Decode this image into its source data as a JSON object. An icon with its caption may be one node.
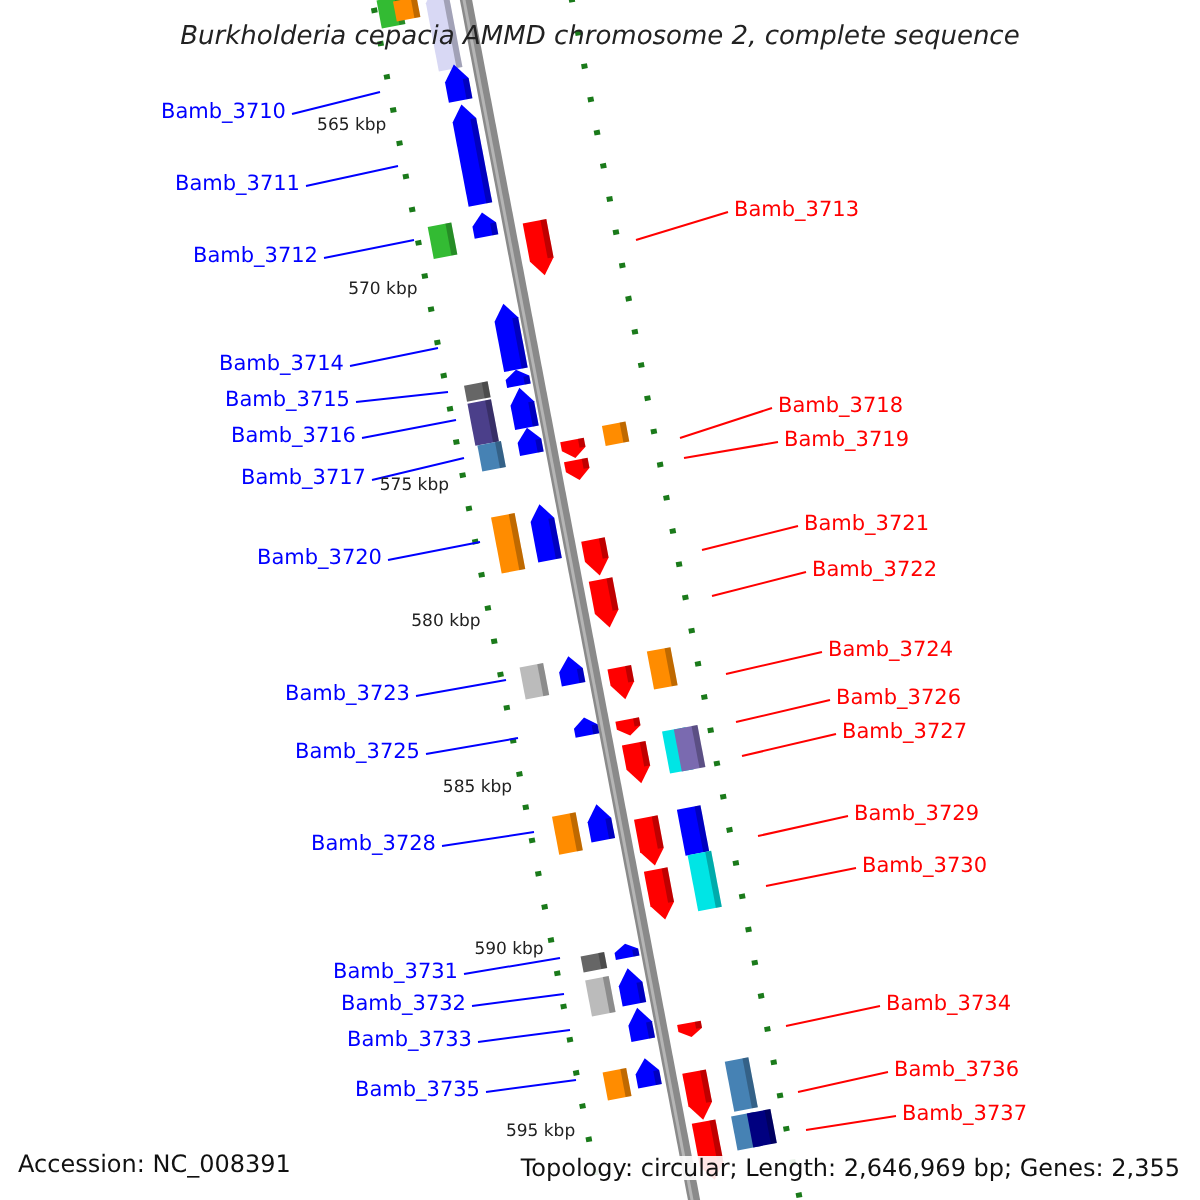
{
  "diagram": {
    "title": "Burkholderia cepacia AMMD chromosome 2, complete sequence",
    "nodes": [
      {
        "text": [
          "Bamb_3710"
        ]
      },
      {
        "text": [
          "Bamb_3711"
        ]
      },
      {
        "text": [
          "Bamb_3713"
        ]
      },
      {
        "text": [
          "Bamb_3712"
        ]
      },
      {
        "text": [
          "Bamb_3714"
        ]
      },
      {
        "text": [
          "Bamb_3715"
        ]
      },
      {
        "text": [
          "Bamb_3718"
        ]
      },
      {
        "text": [
          "Bamb_3716"
        ]
      },
      {
        "text": [
          "Bamb_3719"
        ]
      },
      {
        "text": [
          "Bamb_3717"
        ]
      },
      {
        "text": [
          "Bamb_3721"
        ]
      },
      {
        "text": [
          "Bamb_3720"
        ]
      },
      {
        "text": [
          "Bamb_3722"
        ]
      },
      {
        "text": [
          "Bamb_3724"
        ]
      },
      {
        "text": [
          "Bamb_3723"
        ]
      },
      {
        "text": [
          "Bamb_3726"
        ]
      },
      {
        "text": [
          "Bamb_3727"
        ]
      },
      {
        "text": [
          "Bamb_3725"
        ]
      },
      {
        "text": [
          "Bamb_3729"
        ]
      },
      {
        "text": [
          "Bamb_3728"
        ]
      },
      {
        "text": [
          "Bamb_3730"
        ]
      },
      {
        "text": [
          "Bamb_3731"
        ]
      },
      {
        "text": [
          "Bamb_3732"
        ]
      },
      {
        "text": [
          "Bamb_3734"
        ]
      },
      {
        "text": [
          "Bamb_3733"
        ]
      },
      {
        "text": [
          "Bamb_3736"
        ]
      },
      {
        "text": [
          "Bamb_3735"
        ]
      },
      {
        "text": [
          "Bamb_3737"
        ]
      }
    ],
    "edges": [
      {
        "from": 0,
        "to": null,
        "arrow": "none"
      },
      {
        "from": 1,
        "to": null,
        "arrow": "none"
      },
      {
        "from": 2,
        "to": null,
        "arrow": "none",
        "color": "#ff0000"
      },
      {
        "from": 3,
        "to": null,
        "arrow": "none"
      },
      {
        "from": 4,
        "to": null,
        "arrow": "none"
      },
      {
        "from": 5,
        "to": null,
        "arrow": "none"
      },
      {
        "from": 6,
        "to": null,
        "arrow": "none",
        "color": "#ff0000"
      },
      {
        "from": 7,
        "to": null,
        "arrow": "none"
      },
      {
        "from": 8,
        "to": null,
        "arrow": "none",
        "color": "#ff0000"
      },
      {
        "from": 9,
        "to": null,
        "arrow": "none"
      },
      {
        "from": 10,
        "to": null,
        "arrow": "none",
        "color": "#ff0000"
      },
      {
        "from": 11,
        "to": null,
        "arrow": "none"
      },
      {
        "from": 12,
        "to": null,
        "arrow": "none",
        "color": "#ff0000"
      },
      {
        "from": 13,
        "to": null,
        "arrow": "none",
        "color": "#ff0000"
      },
      {
        "from": 14,
        "to": null,
        "arrow": "none"
      },
      {
        "from": 15,
        "to": null,
        "arrow": "none",
        "color": "#ff0000"
      },
      {
        "from": 16,
        "to": null,
        "arrow": "none",
        "color": "#ff0000"
      },
      {
        "from": 17,
        "to": null,
        "arrow": "none"
      },
      {
        "from": 18,
        "to": null,
        "arrow": "none",
        "color": "#ff0000"
      },
      {
        "from": 19,
        "to": null,
        "arrow": "none"
      },
      {
        "from": 20,
        "to": null,
        "arrow": "none",
        "color": "#ff0000"
      },
      {
        "from": 21,
        "to": null,
        "arrow": "none"
      },
      {
        "from": 22,
        "to": null,
        "arrow": "none"
      },
      {
        "from": 23,
        "to": null,
        "arrow": "none",
        "color": "#ff0000"
      },
      {
        "from": 24,
        "to": null,
        "arrow": "none"
      },
      {
        "from": 25,
        "to": null,
        "arrow": "none",
        "color": "#ff0000"
      },
      {
        "from": 26,
        "to": null,
        "arrow": "none"
      },
      {
        "from": 27,
        "to": null,
        "arrow": "none",
        "color": "#ff0000"
      }
    ],
    "labels": [
      "565 kbp",
      "570 kbp",
      "575 kbp",
      "580 kbp",
      "585 kbp",
      "590 kbp",
      "595 kbp",
      "Accession: NC_008391",
      "Topology: circular; Length: 2,646,969 bp; Genes: 2,355"
    ]
  }
}
